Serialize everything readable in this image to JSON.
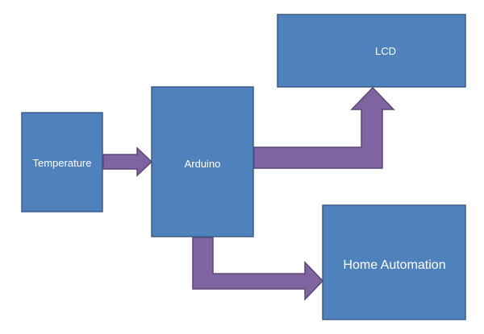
{
  "blocks": {
    "temperature": {
      "label": "Temperature"
    },
    "arduino": {
      "label": "Arduino"
    },
    "lcd": {
      "label": "LCD"
    },
    "home_automation": {
      "label": "Home Automation"
    }
  },
  "colors": {
    "block_fill": "#4f81bd",
    "block_border": "#385d8a",
    "arrow_fill": "#8064a2",
    "arrow_border": "#5c4776",
    "text": "#ffffff",
    "background": "#ffffff"
  }
}
